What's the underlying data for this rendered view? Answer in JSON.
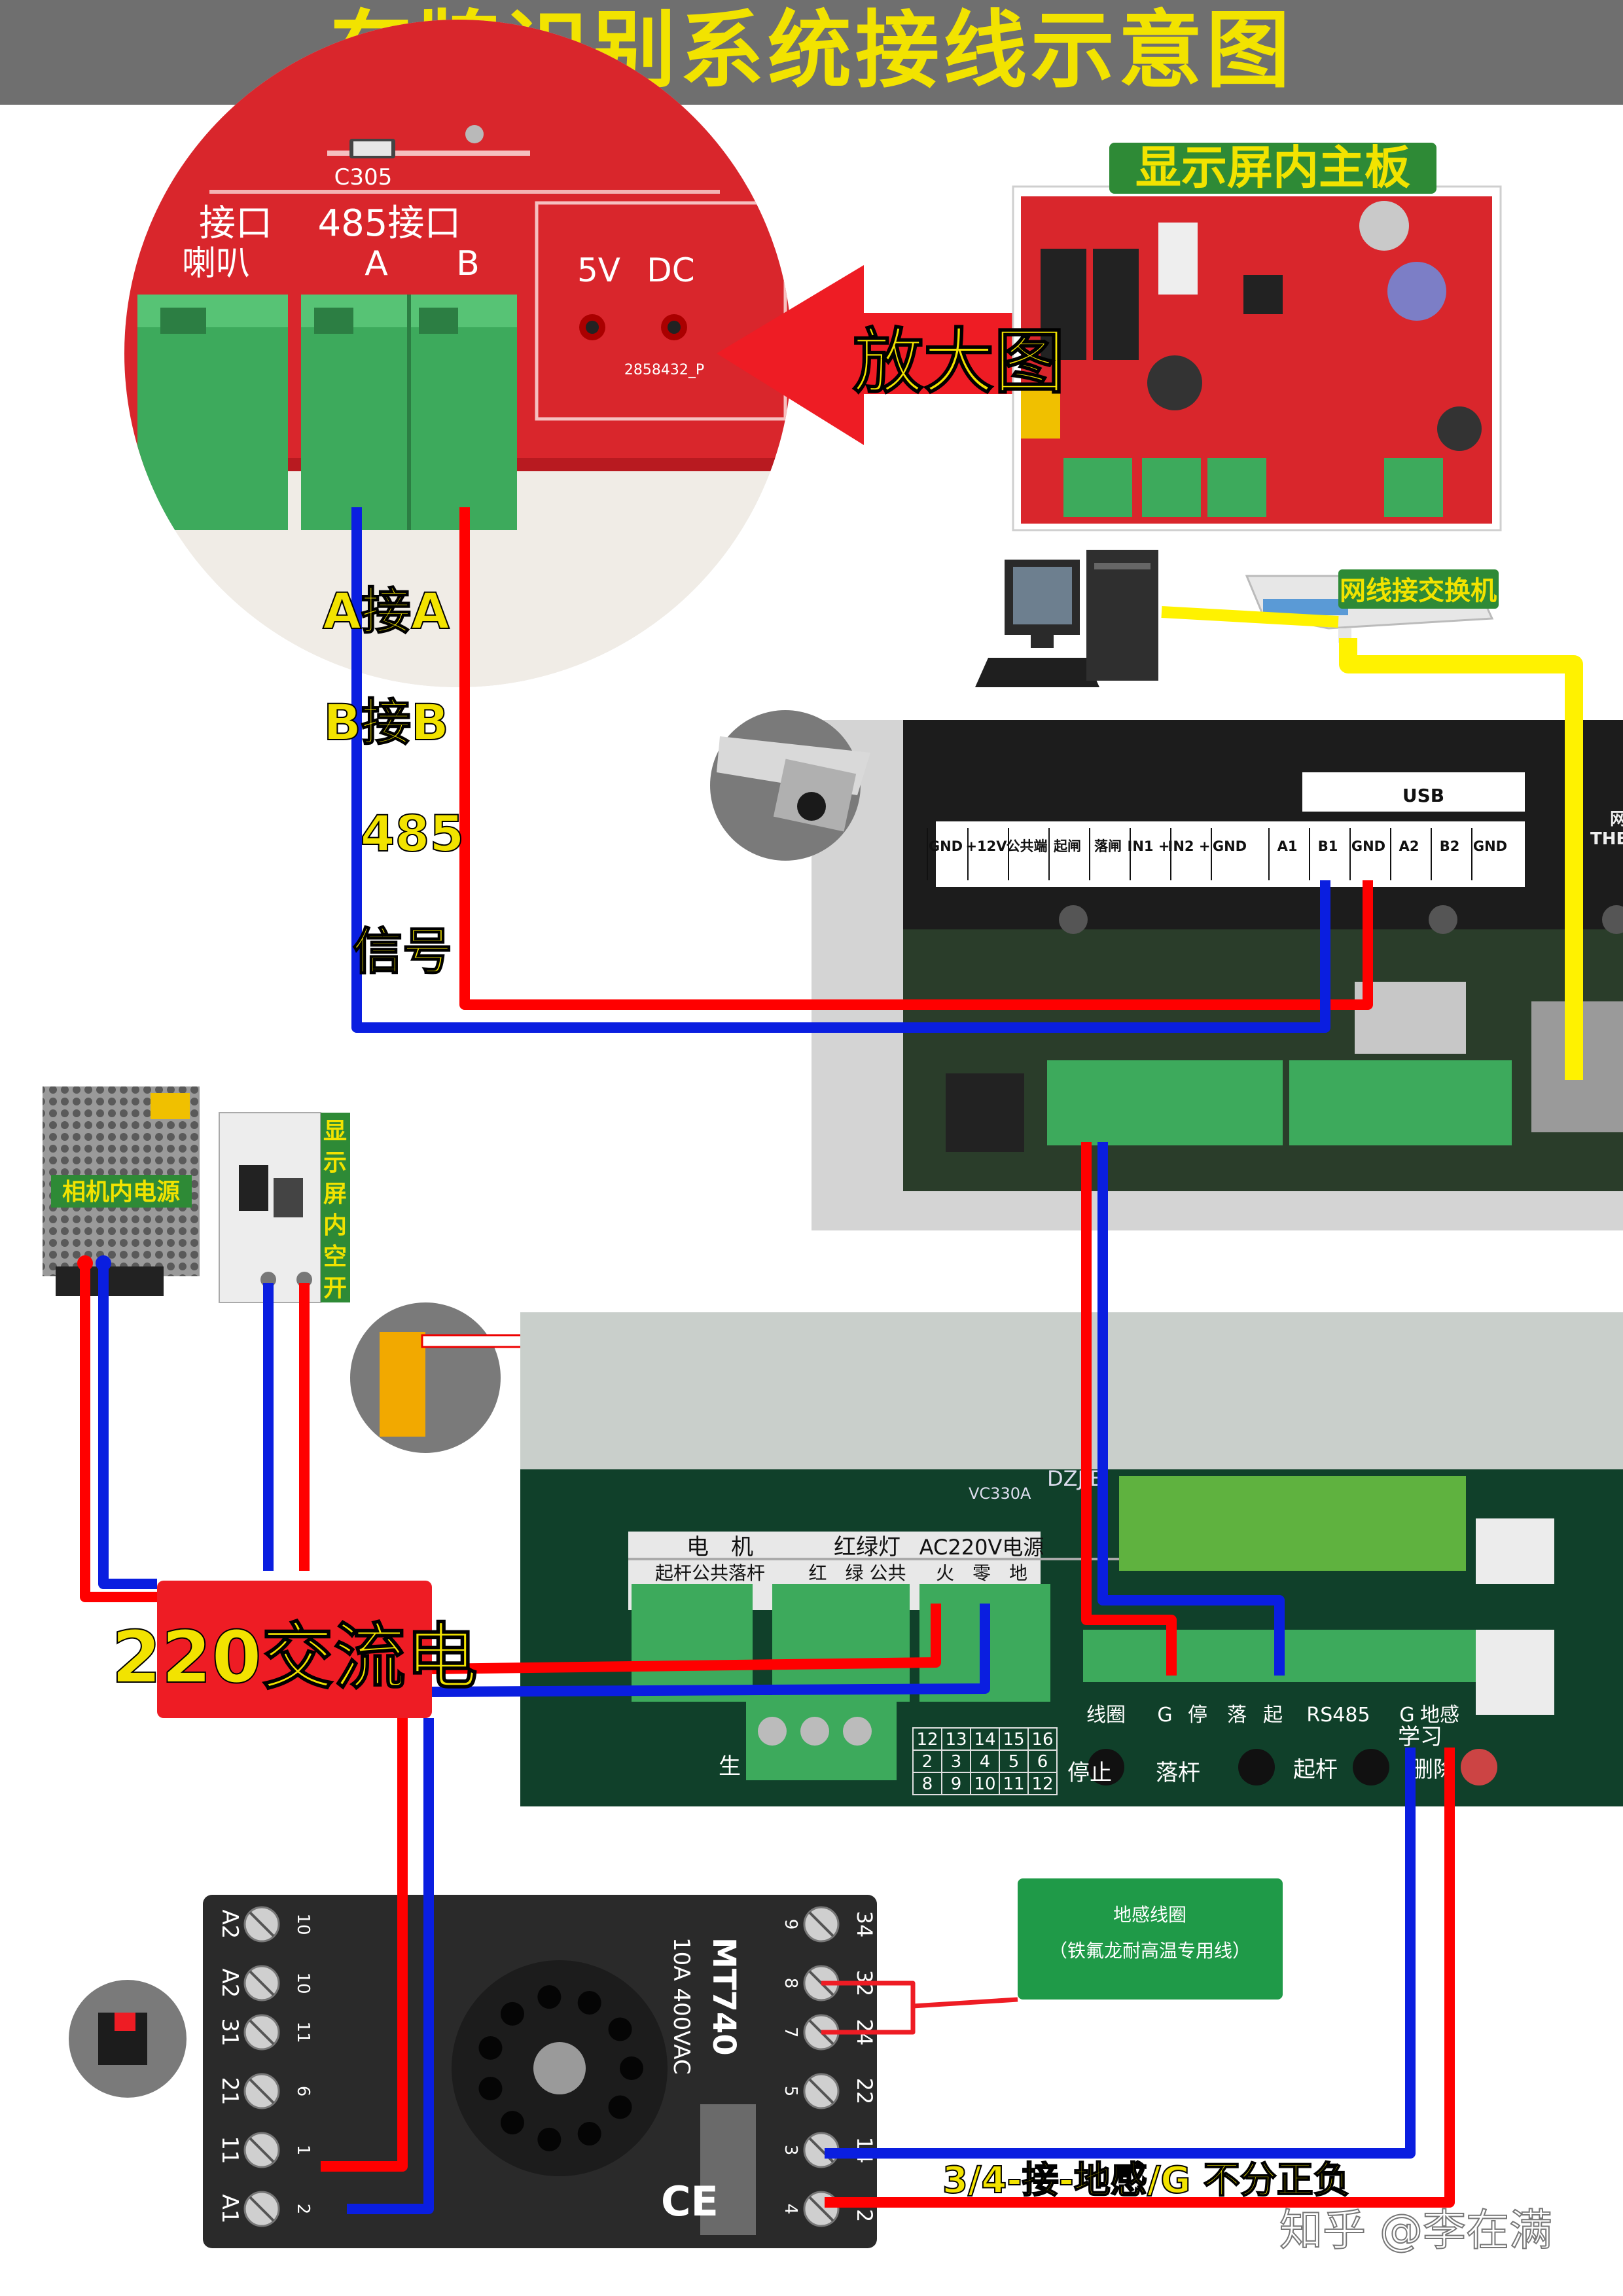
{
  "title": "车牌识别系统接线示意图",
  "top_right_board_label": "显示屏内主板",
  "zoom_label": "放大图",
  "zoom_board": {
    "c305": "C305",
    "port_485": "485接口",
    "port_left": "接口",
    "speaker": "喇叭",
    "pin_a": "A",
    "pin_b": "B",
    "power_5v": "5V",
    "power_d": "DC",
    "pcb_code": "2858432_P"
  },
  "wiring_note": [
    "A接A",
    "B接B",
    "485",
    "信号"
  ],
  "switch_label": "网线接交换机",
  "camera_terminal": {
    "usb": "USB",
    "net": "网",
    "ether": "THER",
    "pins": [
      "GND",
      "+12V",
      "公共端",
      "起闸",
      "落闸",
      "IN1 +",
      "IN2 +",
      "GND",
      "A1",
      "B1",
      "GND",
      "A2",
      "B2",
      "GND"
    ]
  },
  "camera_power_label": "相机内电源",
  "breaker_label": "显示屏内空开",
  "ac_label": "220交流电",
  "barrier_board": {
    "header_motor": "电　机",
    "header_light": "红绿灯",
    "header_ac": "AC220V电源",
    "sub_motor": "起杆公共落杆",
    "sub_light": "红　绿 公共",
    "sub_ac": "火　零　地",
    "bottom_labels": [
      "线圈",
      "G",
      "停",
      "落",
      "起",
      "RS485",
      "G",
      "地感"
    ],
    "buttons": [
      "停止",
      "落杆",
      "起杆",
      "学习",
      "删除"
    ],
    "model": "DZJ-B",
    "rating": "VC330A",
    "grid_numbers": [
      "12",
      "13",
      "14",
      "15",
      "16",
      "2",
      "3",
      "4",
      "5",
      "6",
      "8",
      "9",
      "10",
      "11",
      "12"
    ],
    "side_char": "生"
  },
  "relay": {
    "model": "MT740",
    "rating": "10A 400VAC",
    "left_labels": [
      "A2",
      "A2",
      "31",
      "21",
      "11",
      "A1"
    ],
    "left_pins": [
      "10",
      "10",
      "11",
      "6",
      "1",
      "2"
    ],
    "right_pins": [
      "9",
      "8",
      "7",
      "5",
      "3",
      "4"
    ],
    "right_labels": [
      "34",
      "32",
      "24",
      "22",
      "14",
      "12"
    ],
    "ce": "CE"
  },
  "loop_box": {
    "line1": "地感线圈",
    "line2": "（铁氟龙耐高温专用线）"
  },
  "loop_note": "3/4-接-地感/G 不分正负",
  "watermark": "知乎 @李在满",
  "colors": {
    "title_bg": "#6f6f6f",
    "title_text": "#f2e300",
    "wire_red": "#ff0000",
    "wire_blue": "#0a1ee0",
    "wire_yellow": "#fff200",
    "pcb_red": "#d8232a",
    "terminal_green": "#3daa5c",
    "label_green": "#2e8a36",
    "ac_label_bg": "#ee1c24"
  }
}
